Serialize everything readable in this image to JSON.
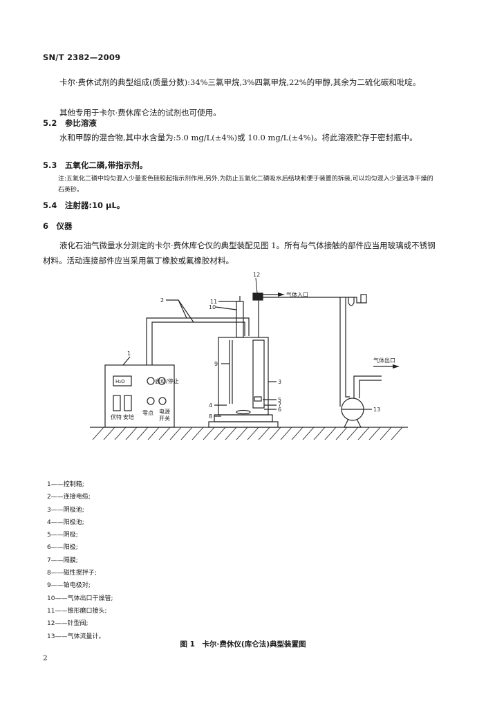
{
  "header": {
    "code": "SN/T 2382—2009"
  },
  "paragraphs": {
    "p1": "卡尔·费休试剂的典型组成(质量分数):34%三氯甲烷,3%四氯甲烷,22%的甲醇,其余为二硫化碳和吡啶。",
    "p2": "其他专用于卡尔·费休库仑法的试剂也可使用。",
    "s52": "5.2　参比溶液",
    "p3": "水和甲醇的混合物,其中水含量为:5.0 mg/L(±4%)或 10.0 mg/L(±4%)。将此溶液贮存于密封瓶中。",
    "s53": "5.3　五氧化二磷,带指示剂。",
    "note": "注:五氧化二磷中均匀混入少量变色硅胶起指示剂作用,另外,为防止五氧化二磷吸水后结块和便于装置的拆装,可以均匀混入少量洁净干燥的石英砂。",
    "s54": "5.4　注射器:10 μL。",
    "s6": "6　仪器",
    "p4": "液化石油气微量水分测定的卡尔·费休库仑仪的典型装配见图 1。所有与气体接触的部件应当用玻璃或不锈钢材料。活动连接部件应当采用氯丁橡胶或氟橡胶材料。"
  },
  "figure": {
    "labels": {
      "gas_in": "气体入口",
      "gas_out": "气体出口",
      "h2o": "H₂O",
      "start_stop": "启动/停止",
      "zero": "零点",
      "power": "电源",
      "switch": "开关",
      "volt": "伏特",
      "ampere": "安培"
    },
    "numbers": [
      "1",
      "2",
      "3",
      "4",
      "5",
      "6",
      "7",
      "8",
      "9",
      "10",
      "11",
      "12",
      "13"
    ]
  },
  "legend": [
    "1——控制箱;",
    "2——连接电缆;",
    "3——阴极池;",
    "4——阳极池;",
    "5——阴极;",
    "6——阳极;",
    "7——隔膜;",
    "8——磁性搅拌子;",
    "9——铂电极对;",
    "10——气体出口干燥管;",
    "11——锥形磨口接头;",
    "12——针型阀;",
    "13——气体流量计。"
  ],
  "caption": "图 1　卡尔·费休仪(库仑法)典型装置图",
  "page_number": "2"
}
